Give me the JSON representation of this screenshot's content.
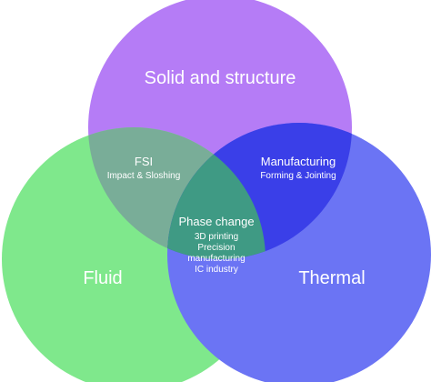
{
  "colors": {
    "solid": "#b57cf6",
    "fluid": "#7fe88c",
    "thermal": "#6b74f4",
    "fsi": "#79ad98",
    "manufacturing": "#3a3fe8",
    "center": "#3f9a84"
  },
  "circles": {
    "solid": {
      "label": "Solid and structure"
    },
    "fluid": {
      "label": "Fluid"
    },
    "thermal": {
      "label": "Thermal"
    }
  },
  "intersections": {
    "fsi": {
      "title": "FSI",
      "subtitle": "Impact & Sloshing"
    },
    "manufacturing": {
      "title": "Manufacturing",
      "subtitle": "Forming & Jointing"
    },
    "center": {
      "title": "Phase change",
      "lines": [
        "3D printing",
        "Precision",
        "manufacturing",
        "IC industry"
      ]
    }
  }
}
